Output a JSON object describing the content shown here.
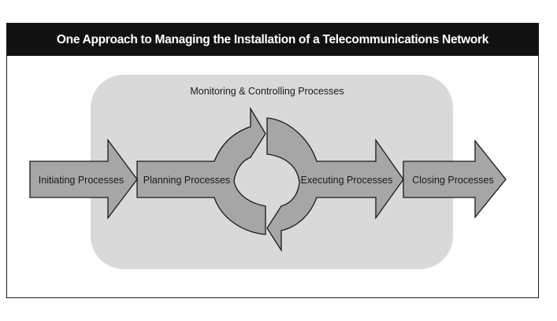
{
  "diagram": {
    "title": "One Approach to Managing the Installation of a Telecommunications Network",
    "monitoring_label": "Monitoring & Controlling Processes",
    "stages": [
      {
        "label": "Initiating Processes"
      },
      {
        "label": "Planning Processes"
      },
      {
        "label": "Executing Processes"
      },
      {
        "label": "Closing Processes"
      }
    ],
    "colors": {
      "title_bar": "#111111",
      "background_region": "#d9d9d9",
      "arrow_fill": "#a6a6a6",
      "outline": "#1a1a1a"
    }
  }
}
